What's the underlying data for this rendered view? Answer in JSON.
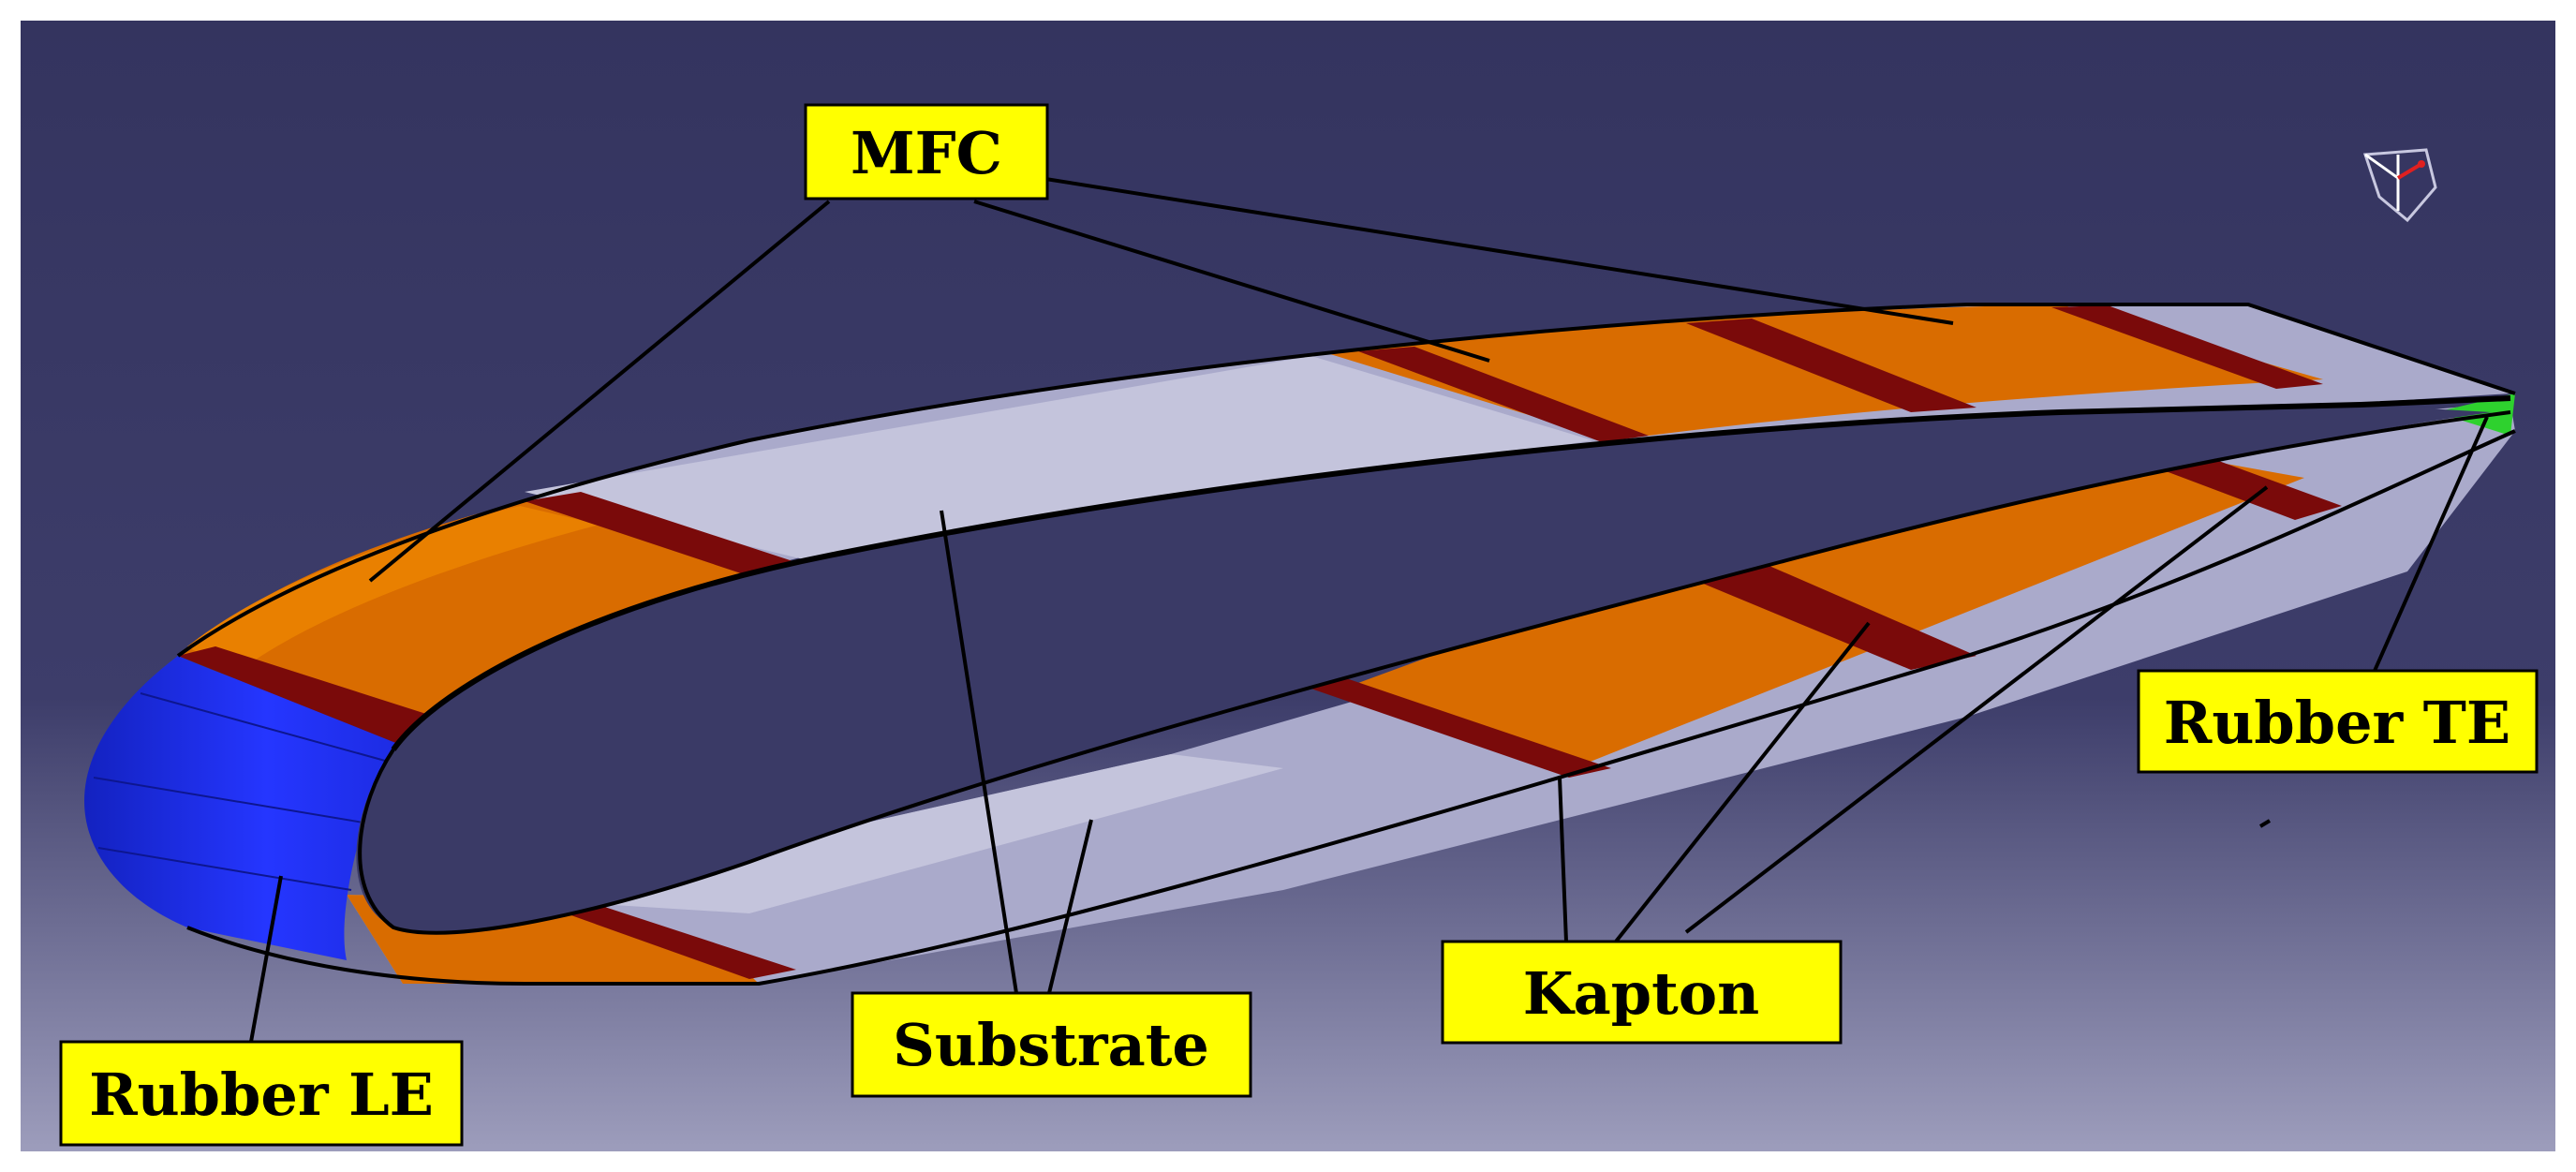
{
  "labels": {
    "mfc": "MFC",
    "substrate": "Substrate",
    "kapton": "Kapton",
    "rubber_le": "Rubber LE",
    "rubber_te": "Rubber TE"
  },
  "colors": {
    "background_top": "#34345f",
    "background_bottom": "#9d9dbc",
    "mfc": "#d96c00",
    "mfc_light": "#e98000",
    "kapton": "#7a0a0a",
    "substrate": "#aaaacb",
    "substrate_light": "#c4c4dc",
    "rubber_le": "#1f2ef0",
    "rubber_te": "#2ed12e",
    "label_fill": "#ffff00",
    "outline": "#000000"
  },
  "icons": {
    "orientation_widget": "compass-axes-icon"
  }
}
